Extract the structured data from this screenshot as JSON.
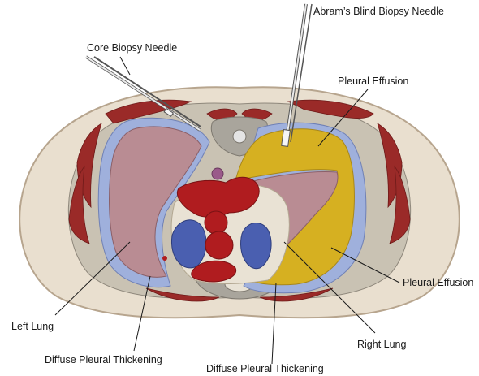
{
  "labels": {
    "core_needle": "Core Biopsy Needle",
    "abrams_needle": "Abram’s Blind Biopsy Needle",
    "effusion_top": "Pleural Effusion",
    "effusion_right": "Pleural Effusion",
    "left_lung": "Left Lung",
    "right_lung": "Right Lung",
    "thickening_left": "Diffuse Pleural Thickening",
    "thickening_center": "Diffuse Pleural Thickening"
  },
  "colors": {
    "skin": "#e9dfcf",
    "skin_outline": "#b7a58e",
    "muscle": "#9a2a28",
    "pleura": "#9fb0dc",
    "lung": "#b98c93",
    "effusion": "#d6b021",
    "heart": "#b01c1f",
    "vessel_blue": "#4a5fb0",
    "bone": "#a9a59c"
  }
}
